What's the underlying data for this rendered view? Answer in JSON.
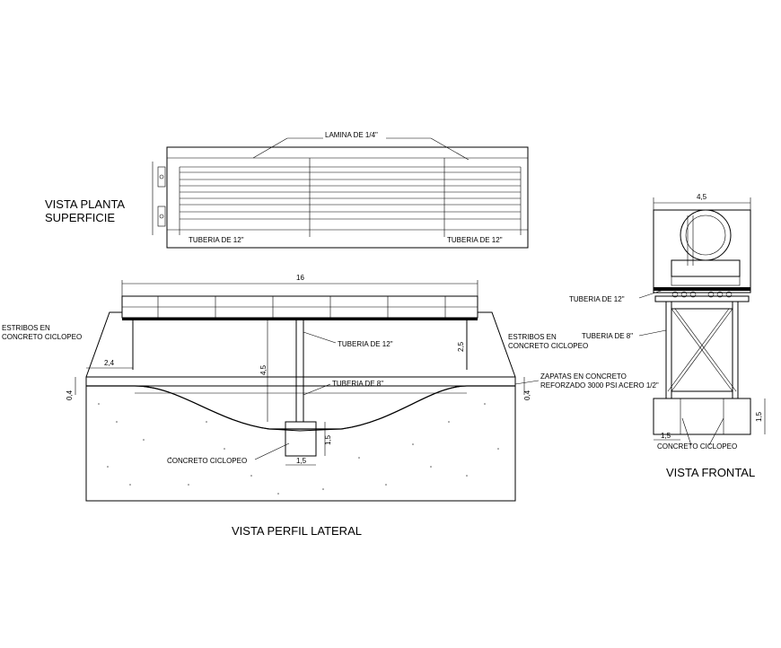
{
  "plan_view": {
    "title_line1": "VISTA PLANTA",
    "title_line2": "SUPERFICIE",
    "lamina_label": "LAMINA DE 1/4\"",
    "pipe_left_label": "TUBERIA DE 12\"",
    "pipe_right_label": "TUBERIA DE 12\""
  },
  "side_view": {
    "title": "VISTA PERFIL LATERAL",
    "span_dim": "16",
    "pipe12_label": "TUBERIA DE 12\"",
    "pipe8_label": "TUBERIA DE 8\"",
    "abutment_left_line1": "ESTRIBOS EN",
    "abutment_left_line2": "CONCRETO CICLOPEO",
    "abutment_right_line1": "ESTRIBOS EN",
    "abutment_right_line2": "CONCRETO CICLOPEO",
    "footing_line1": "ZAPATAS EN CONCRETO",
    "footing_line2": "REFORZADO 3000 PSI ACERO 1/2\"",
    "concrete_label": "CONCRETO CICLOPEO",
    "dim_abutment_width": "2,4",
    "dim_left_thickness": "0,4",
    "dim_right_thickness": "0,4",
    "dim_pier_height": "4,5",
    "dim_abutment_height": "2,5",
    "dim_footing_height": "1,5",
    "dim_footing_width": "1,5"
  },
  "front_view": {
    "title": "VISTA FRONTAL",
    "dim_width": "4,5",
    "pipe12_label": "TUBERIA DE 12\"",
    "pipe8_label": "TUBERIA DE 8\"",
    "dim_footing_height": "1,5",
    "dim_footing_width": "1,5",
    "concrete_label": "CONCRETO CICLOPEO"
  }
}
